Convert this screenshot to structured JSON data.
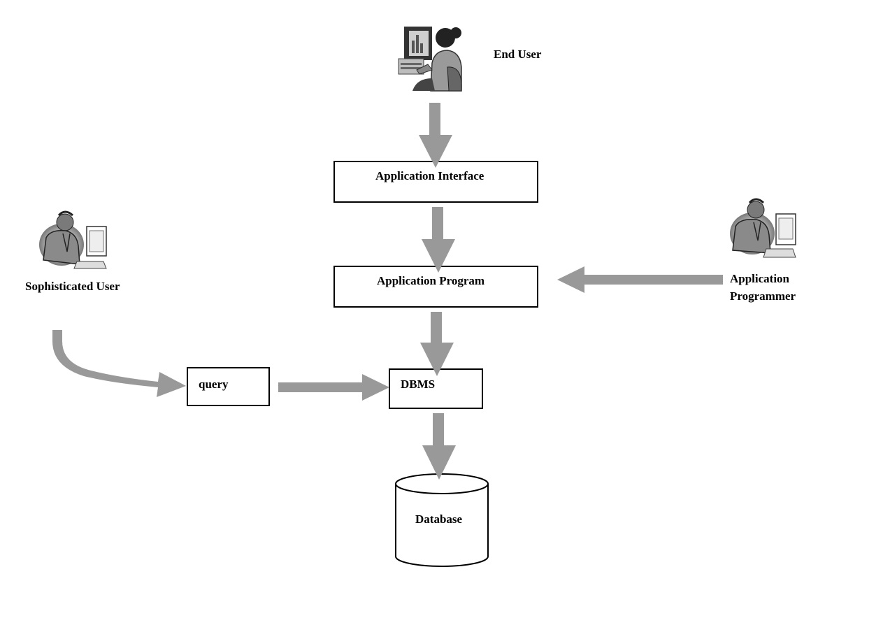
{
  "actors": {
    "end_user": "End User",
    "sophisticated_user": "Sophisticated User",
    "application_programmer_line1": "Application",
    "application_programmer_line2": "Programmer"
  },
  "components": {
    "application_interface": "Application Interface",
    "application_program": "Application Program",
    "query": "query",
    "dbms": "DBMS",
    "database": "Database"
  },
  "colors": {
    "arrow": "#999999",
    "box_border": "#000000",
    "background": "#ffffff"
  },
  "icons": {
    "end_user": "woman-at-computer-icon",
    "sophisticated_user": "man-at-computer-icon",
    "application_programmer": "man-at-computer-icon"
  }
}
